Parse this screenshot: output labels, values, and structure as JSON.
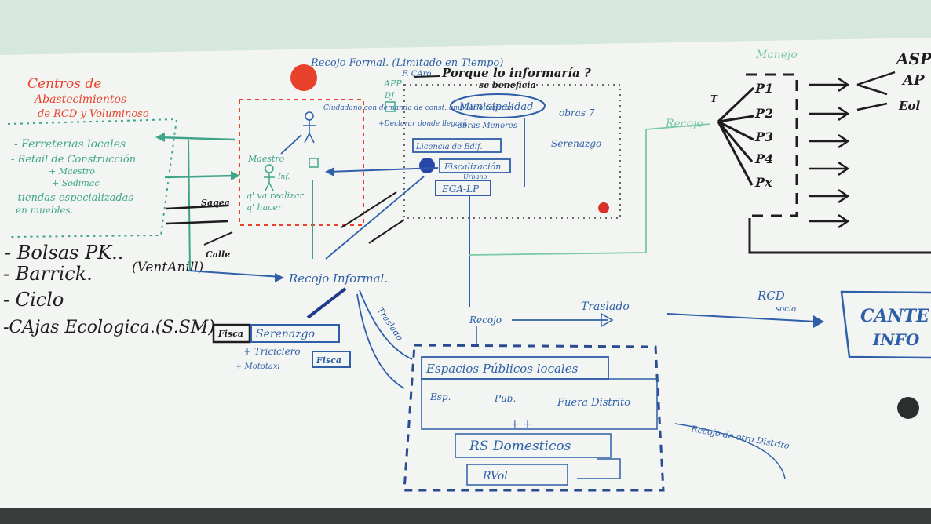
{
  "colors": {
    "board": "#f3f5f2",
    "frame": "#cfe3d8",
    "red": "#e8412c",
    "blue": "#2e5fa8",
    "teal": "#3fa58a",
    "black": "#1d1d1d"
  },
  "red_block": {
    "title": "Centros de",
    "sub1": "Abastecimientos",
    "sub2": "de RCD y Voluminoso"
  },
  "teal_list": {
    "ferreterias": "- Ferreterias locales",
    "retail": "- Retail de Construcción",
    "maestro": "+ Maestro",
    "sodimac": "+ Sodimac",
    "tiendas": "- tiendas especializadas",
    "muebles": "en muebles."
  },
  "black_list": {
    "bolsas": "- Bolsas PK..",
    "barrick": "- Barrick.",
    "ventanilla": "(VentAnill)",
    "ciclo": "- Ciclo",
    "cajas": "-CAjas Ecologica.(S.SM)"
  },
  "top_notes": {
    "recojo_formal": "Recojo Formal. (Limitado en Tiempo)",
    "f_caro": "F. CAro",
    "porque": "Porque lo informaría ?",
    "beneficia": "se beneficia",
    "app": "APP",
    "dj": "DJ"
  },
  "ciudadano": {
    "label": "Ciudadano con demanda de const. ampliar o reparar",
    "maestro": "Maestro",
    "inf": "Inf.",
    "que_realizar": "q' va realizar",
    "q_hacer": "q' hacer"
  },
  "arrows_text": {
    "saqea": "Saqea",
    "calle": "Calle",
    "declarar": "+Declarar donde llegará"
  },
  "municipal": {
    "municipalidad": "Municipalidad",
    "obras_menores": "obras Menores",
    "obras": "obras 7",
    "serenazgo": "Serenazgo",
    "licencia": "Licencia de Edif.",
    "fiscalizacion": "Fiscalización",
    "urbano": "Urbano",
    "ega": "EGA-LP"
  },
  "informal": {
    "recojo_informal": "Recojo Informal.",
    "fisca": "Fisca",
    "serenazgo": "Serenazgo",
    "triciclero": "+ Triciclero",
    "mototaxi": "+ Mototaxi",
    "fisca2": "Fisca",
    "traslado": "Traslado"
  },
  "espacios": {
    "recojo": "Recojo",
    "traslado": "Traslado",
    "espacios": "Espacios Públicos locales",
    "esp": "Esp.",
    "pub": "Pub.",
    "fuera": "Fuera Distrito",
    "rs": "RS Domesticos",
    "rvol": "RVol",
    "plus": "+ +",
    "recojo_otro": "Recojo de otro Distrito"
  },
  "right_side": {
    "manejo": "Manejo",
    "recojo": "Recojo",
    "rcd": "RCD",
    "socio": "socio",
    "canter": "CANTE",
    "info": "INFO",
    "asp": "ASP",
    "ap": "AP",
    "eol": "Eol",
    "p1": "P1",
    "p2": "P2",
    "p3": "P3",
    "p4": "P4",
    "px": "Px",
    "t": "T"
  }
}
